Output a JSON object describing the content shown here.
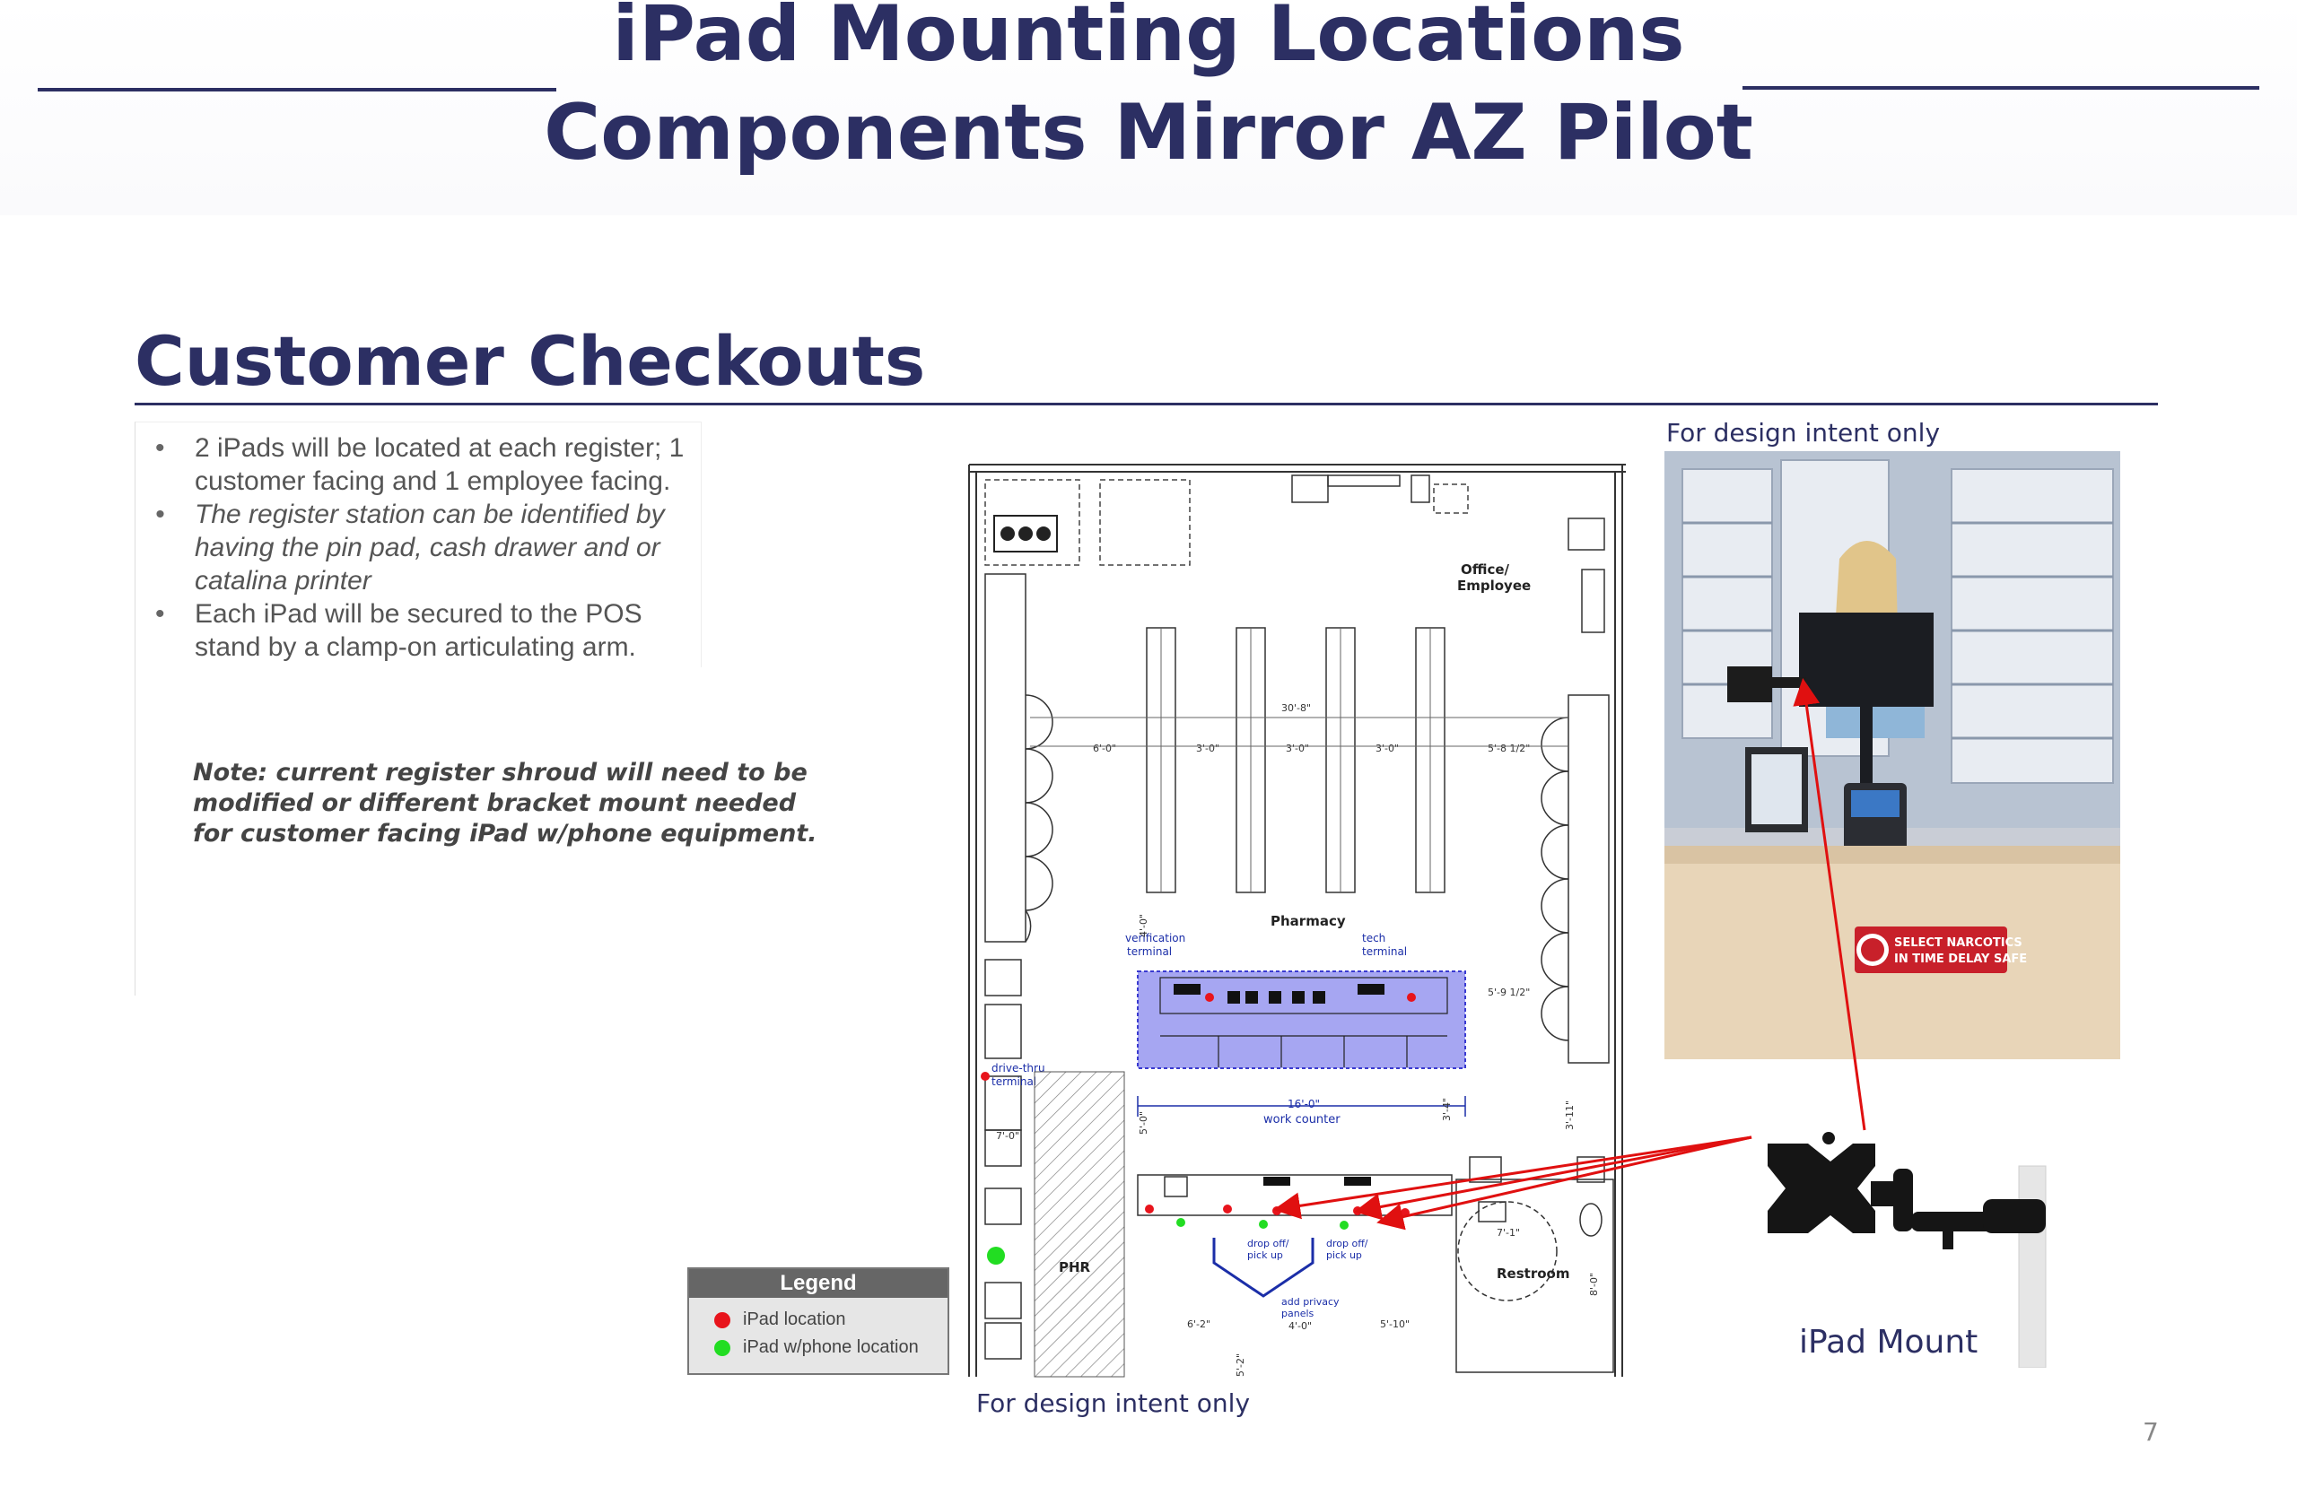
{
  "title": {
    "line1": "iPad Mounting Locations",
    "line2": "Components Mirror AZ Pilot"
  },
  "section": {
    "heading": "Customer Checkouts"
  },
  "bullets": [
    "2 iPads will be located at each register; 1 customer facing and 1 employee facing.",
    "The register station can be identified by having the pin pad, cash drawer and or catalina printer",
    "Each iPad will be secured to the POS stand by a clamp-on articulating arm."
  ],
  "note": "Note: current register shroud will need to be modified or different bracket mount needed for customer facing iPad w/phone equipment.",
  "captions": {
    "photo": "For design intent only",
    "plan": "For design intent only",
    "mount": "iPad Mount"
  },
  "legend": {
    "title": "Legend",
    "items": [
      {
        "label": "iPad location",
        "color": "#e8141c"
      },
      {
        "label": "iPad w/phone location",
        "color": "#22dd22"
      }
    ]
  },
  "floorplan": {
    "labels": {
      "office": "Office/",
      "employee": "Employee",
      "pharmacy": "Pharmacy",
      "verification": "verification",
      "terminal1": "terminal",
      "tech": "tech",
      "terminal2": "terminal",
      "drive": "drive-thru",
      "terminal3": "terminal",
      "work_dim": "16'-0\"",
      "work_counter": "work counter",
      "phr": "PHR",
      "restroom": "Restroom",
      "dropoff1a": "drop off/",
      "dropoff1b": "pick up",
      "dropoff2a": "drop off/",
      "dropoff2b": "pick up",
      "privacy1": "add privacy",
      "privacy2": "panels",
      "dim_total": "30'-8\"",
      "dim_60": "6'-0\"",
      "dim_30a": "3'-0\"",
      "dim_30b": "3'-0\"",
      "dim_30c": "3'-0\"",
      "dim_58": "5'-8 1/2\"",
      "dim_59": "5'-9 1/2\"",
      "dim_40": "4'-0\"",
      "dim_50": "5'-0\"",
      "dim_34": "3'-4\"",
      "dim_311": "3'-11\"",
      "dim_62": "6'-2\"",
      "dim_40b": "4'-0\"",
      "dim_510": "5'-10\"",
      "dim_71": "7'-1\"",
      "dim_80": "8'-0\"",
      "dim_52": "5'-2\"",
      "dim_70": "7'-0\""
    }
  },
  "photo": {
    "sign1": "SELECT NARCOTICS",
    "sign2": "IN TIME DELAY SAFE"
  },
  "page_number": "7",
  "colors": {
    "title": "#2c2f63",
    "ipad_location": "#e8141c",
    "ipad_phone_location": "#22dd22",
    "pharmacy_highlight": "#8888ee",
    "arrow": "#e01010"
  }
}
